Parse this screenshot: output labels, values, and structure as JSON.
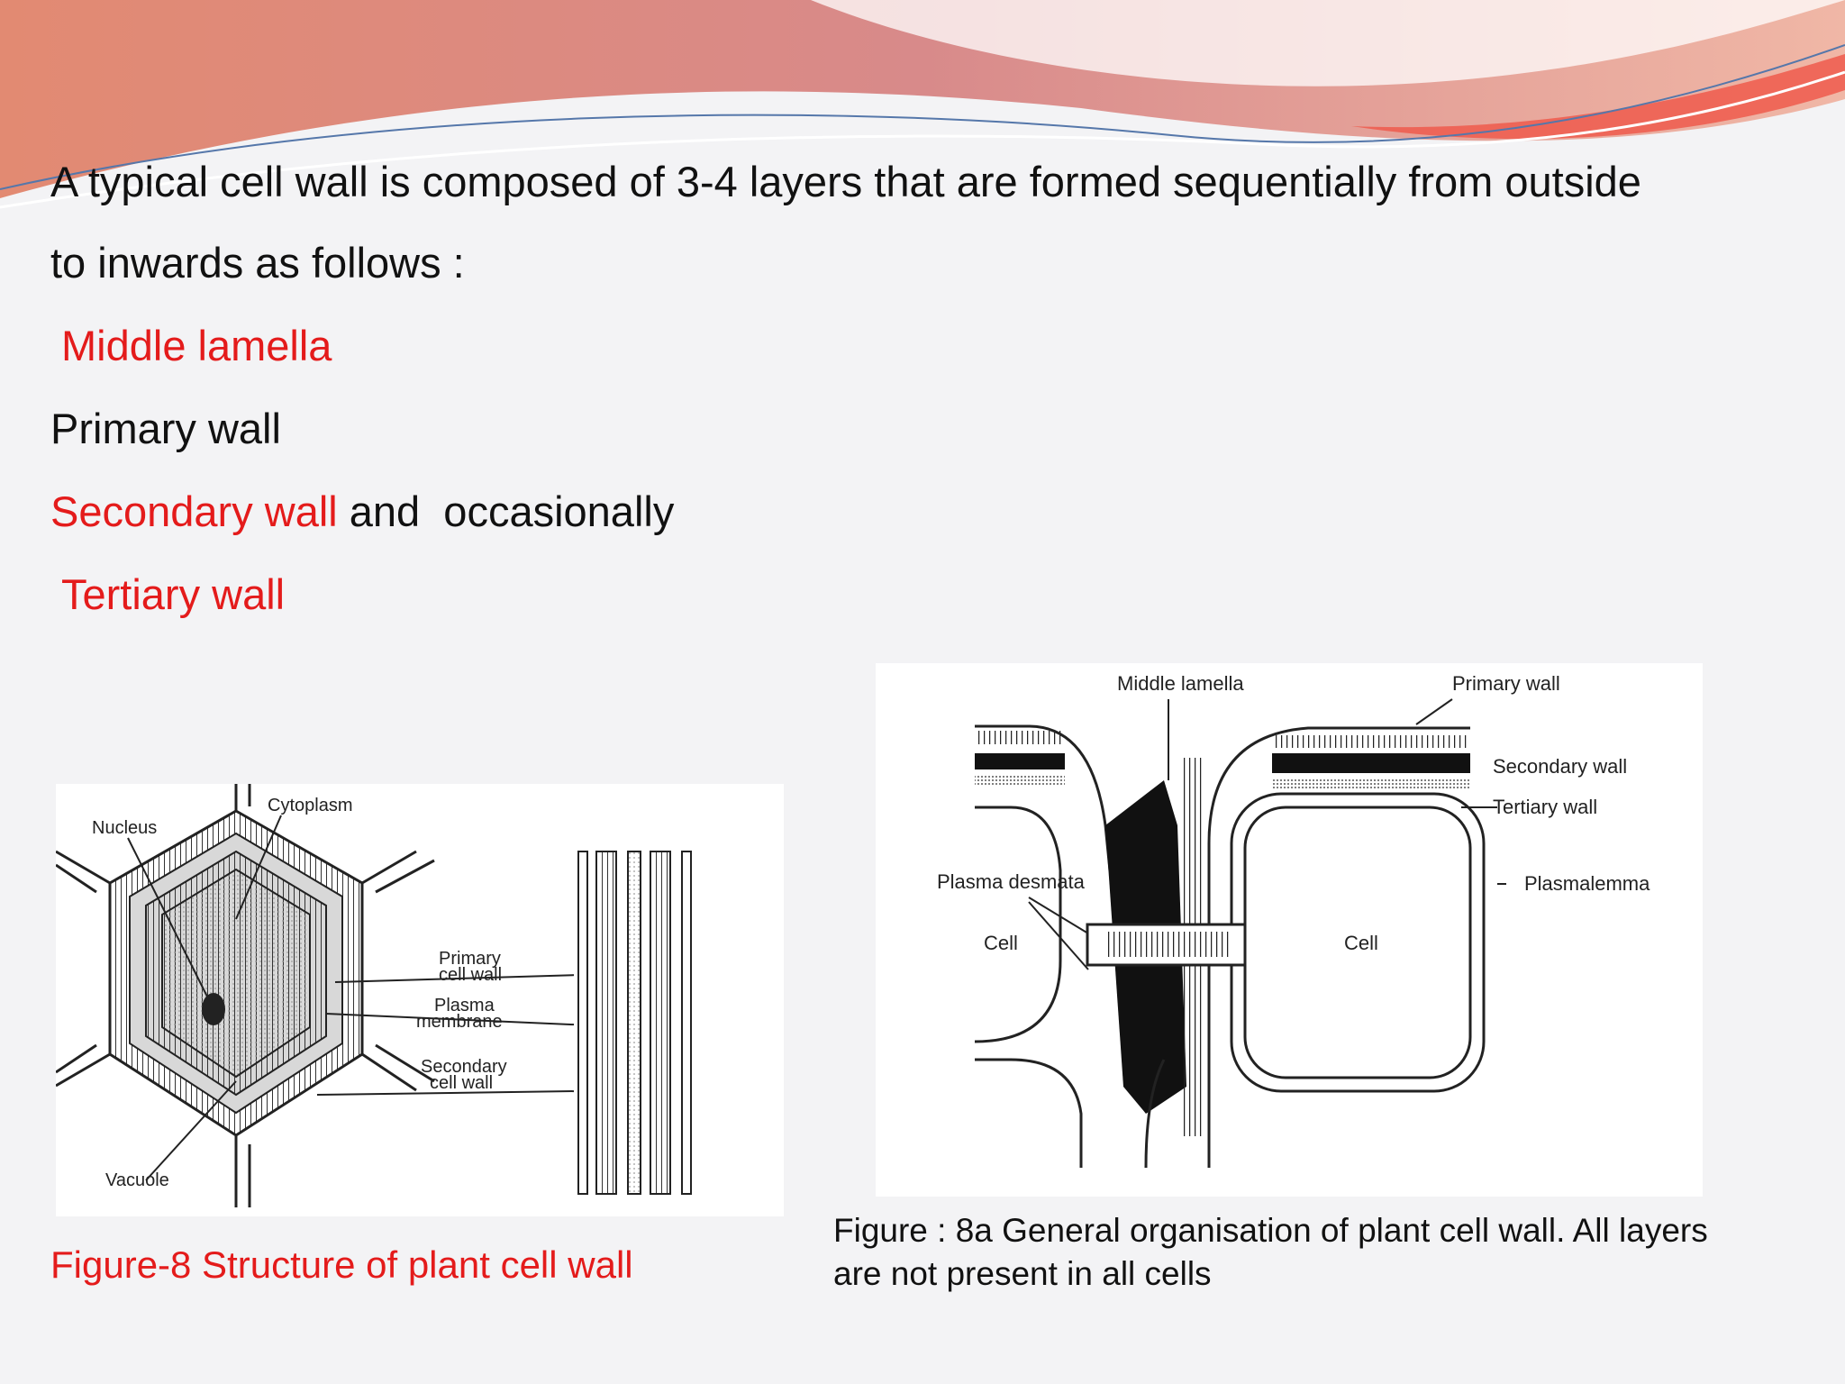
{
  "body": {
    "intro_line1": "A typical cell wall is  composed of 3-4 layers that are formed sequentially from outside",
    "intro_line2": "to inwards as follows :",
    "layers": [
      {
        "label": "Middle lamella",
        "color": "#e41b1b"
      },
      {
        "label": "Primary wall",
        "color": "#111111"
      },
      {
        "label": "Secondary wall",
        "color": "#e41b1b",
        "suffix": " and  occasionally"
      },
      {
        "label": "Tertiary wall",
        "color": "#e41b1b"
      }
    ]
  },
  "figure8": {
    "caption": "Figure-8 Structure of plant cell wall",
    "labels": {
      "cytoplasm": "Cytoplasm",
      "nucleus": "Nucleus",
      "primary_1": "Primary",
      "primary_2": "cell wall",
      "plasma_1": "Plasma",
      "plasma_2": "membrane",
      "secondary_1": "Secondary",
      "secondary_2": "cell wall",
      "vacuole": "Vacuole"
    }
  },
  "figure8a": {
    "caption": "Figure : 8a   General organisation of plant cell wall. All layers are not present in all cells",
    "labels": {
      "middle_lamella": "Middle lamella",
      "primary_wall": "Primary wall",
      "secondary_wall": "Secondary wall",
      "tertiary_wall": "Tertiary wall",
      "plasma_desmata": "Plasma desmata",
      "plasmalemma": "Plasmalemma",
      "cell_left": "Cell",
      "cell_right": "Cell"
    }
  },
  "colors": {
    "accent_red": "#e41b1b",
    "banner_salmon": "#e8877a"
  }
}
